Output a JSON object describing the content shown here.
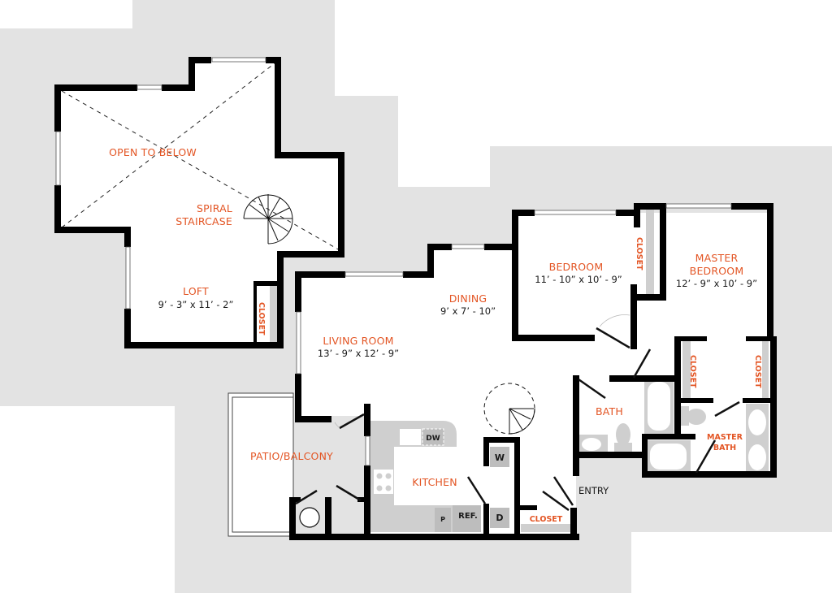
{
  "plan": {
    "colors": {
      "label": "#e35524",
      "dimension": "#1a1a1a",
      "wall": "#000000",
      "backdrop": "#e3e3e3",
      "fixture": "#cfcfcf"
    },
    "rooms": {
      "open_to_below": {
        "label": "OPEN TO BELOW"
      },
      "spiral_staircase": {
        "line1": "SPIRAL",
        "line2": "STAIRCASE"
      },
      "loft": {
        "label": "LOFT",
        "dims": "9’ - 3” x 11’ - 2”"
      },
      "loft_closet": {
        "label": "CLOSET"
      },
      "living_room": {
        "label": "LIVING ROOM",
        "dims": "13’ - 9” x 12’ - 9”"
      },
      "dining": {
        "label": "DINING",
        "dims": "9’ x 7’ - 10”"
      },
      "bedroom": {
        "label": "BEDROOM",
        "dims": "11’ - 10” x 10’ - 9”"
      },
      "bedroom_closet": {
        "label": "CLOSET"
      },
      "master_bedroom": {
        "line1": "MASTER",
        "line2": "BEDROOM",
        "dims": "12’ - 9” x 10’ - 9”"
      },
      "master_closet_left": {
        "label": "CLOSET"
      },
      "master_closet_right": {
        "label": "CLOSET"
      },
      "bath": {
        "label": "BATH"
      },
      "master_bath": {
        "line1": "MASTER",
        "line2": "BATH"
      },
      "patio": {
        "label": "PATIO/BALCONY"
      },
      "kitchen": {
        "label": "KITCHEN"
      },
      "entry_closet": {
        "label": "CLOSET"
      },
      "entry": {
        "label": "ENTRY"
      }
    },
    "appliances": {
      "dishwasher": "DW",
      "washer": "W",
      "dryer": "D",
      "refrigerator": "REF.",
      "pantry": "P"
    }
  }
}
